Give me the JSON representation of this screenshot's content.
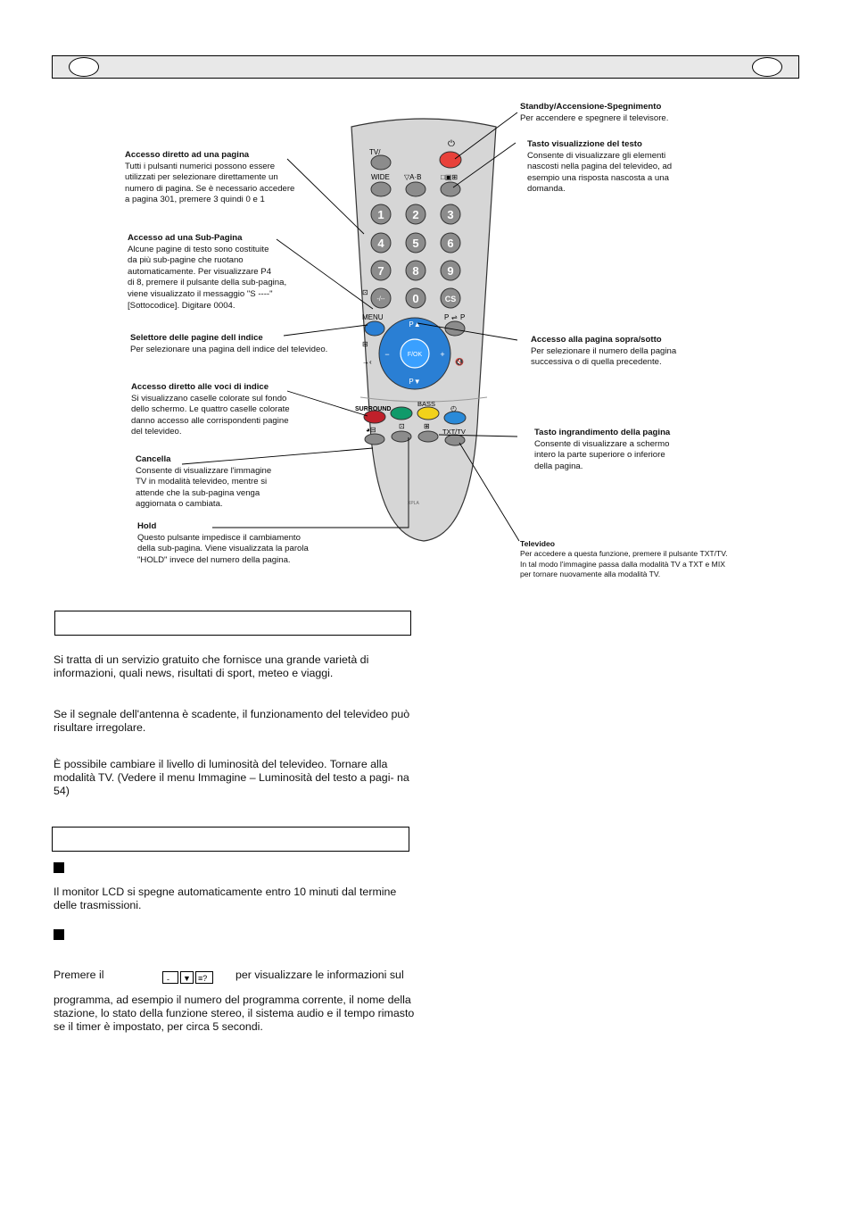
{
  "remote": {
    "labels": {
      "tv": "TV/",
      "wide": "WIDE",
      "ab": "▽A·B",
      "menu": "MENU",
      "pp": "P",
      "pp2": "P",
      "p_up": "P▲",
      "p_down": "P▼",
      "fok": "F/OK",
      "minus": "−",
      "plus": "+",
      "surround": "SURROUND",
      "bass": "BASS",
      "txttv": "TXT/TV",
      "xpla": "XPLA",
      "cs": "CS",
      "dashdash": "-/--",
      "n1": "1",
      "n2": "2",
      "n3": "3",
      "n4": "4",
      "n5": "5",
      "n6": "6",
      "n7": "7",
      "n8": "8",
      "n9": "9",
      "n0": "0"
    },
    "colors": {
      "body": "#d6d6d6",
      "button": "#8c8c8c",
      "standby": "#e8413a",
      "blue_pad": "#2a7fd4",
      "red": "#c0202a",
      "green": "#0f9a6a",
      "yellow": "#f2d21a",
      "cyan": "#2a8ad8"
    }
  },
  "callouts": {
    "standby": {
      "title": "Standby/Accensione-Spegnimento",
      "lines": [
        "Per accendere e spegnere il televisore."
      ]
    },
    "reveal": {
      "title": "Tasto visualizzione del testo",
      "lines": [
        "Consente di visualizzare gli elementi",
        "nascosti nella pagina del televideo, ad",
        "esempio una risposta nascosta a una",
        "domanda."
      ]
    },
    "direct_page": {
      "title": "Accesso diretto ad una pagina",
      "lines": [
        "Tutti i pulsanti numerici possono essere",
        "utilizzati per selezionare direttamente un",
        "numero di pagina. Se è necessario accedere",
        "a pagina 301, premere 3 quindi 0 e 1"
      ]
    },
    "subpage": {
      "title": "Accesso ad una Sub-Pagina",
      "lines": [
        "Alcune pagine di testo sono costituite",
        "da più sub-pagine che ruotano",
        "automaticamente. Per visualizzare P4",
        "di 8, premere il pulsante della sub-pagina,",
        "viene visualizzato il messaggio \"S ----\"",
        "[Sottocodice]. Digitare 0004."
      ]
    },
    "index": {
      "title": "Selettore delle pagine dell indice",
      "lines": [
        "Per selezionare una pagina dell indice del televideo."
      ]
    },
    "updown": {
      "title": "Accesso alla pagina sopra/sotto",
      "lines": [
        "Per selezionare il numero della pagina",
        "successiva o di quella precedente."
      ]
    },
    "fastext": {
      "title": "Accesso diretto alle voci di indice",
      "lines": [
        "Si visualizzano caselle colorate sul fondo",
        "dello schermo. Le quattro caselle colorate",
        "danno accesso alle corrispondenti pagine",
        "del televideo."
      ]
    },
    "enlarge": {
      "title": "Tasto ingrandimento della pagina",
      "lines": [
        "Consente di visualizzare a schermo",
        "intero la parte superiore o inferiore",
        "della pagina."
      ]
    },
    "cancel": {
      "title": "Cancella",
      "lines": [
        "Consente di visualizzare l'immagine",
        "TV in modalità televideo, mentre si",
        "attende che la sub-pagina venga",
        "aggiornata o cambiata."
      ]
    },
    "hold": {
      "title": "Hold",
      "lines": [
        "Questo pulsante impedisce il cambiamento",
        "della sub-pagina. Viene visualizzata la parola",
        "\"HOLD\" invece del numero della pagina."
      ]
    },
    "televideo": {
      "title": "Televideo",
      "lines": [
        "Per accedere a questa funzione, premere il pulsante TXT/TV.",
        "In tal modo l'immagine passa dalla modalità TV a TXT e MIX",
        "per tornare nuovamente alla modalità TV."
      ]
    }
  },
  "text": {
    "p1": "Si tratta di un servizio gratuito che fornisce una grande varietà di informazioni, quali news, risultati di sport, meteo e viaggi.",
    "p2": "Se il segnale dell'antenna è scadente, il funzionamento del televideo può risultare irregolare.",
    "p3": "È possibile cambiare il livello di luminosità del televideo. Tornare alla modalità TV. (Vedere il menu Immagine – Luminosità del testo a pagi- na 54)",
    "p4": "Il monitor LCD si spegne automaticamente entro 10 minuti dal termine delle trasmissioni.",
    "p5a": "Premere il",
    "p5b": "per visualizzare le informazioni sul",
    "p6": "programma, ad esempio il numero del programma corrente, il nome della stazione, lo stato della funzione stereo, il sistema audio e il tempo rimasto se il timer è impostato, per circa 5 secondi."
  }
}
